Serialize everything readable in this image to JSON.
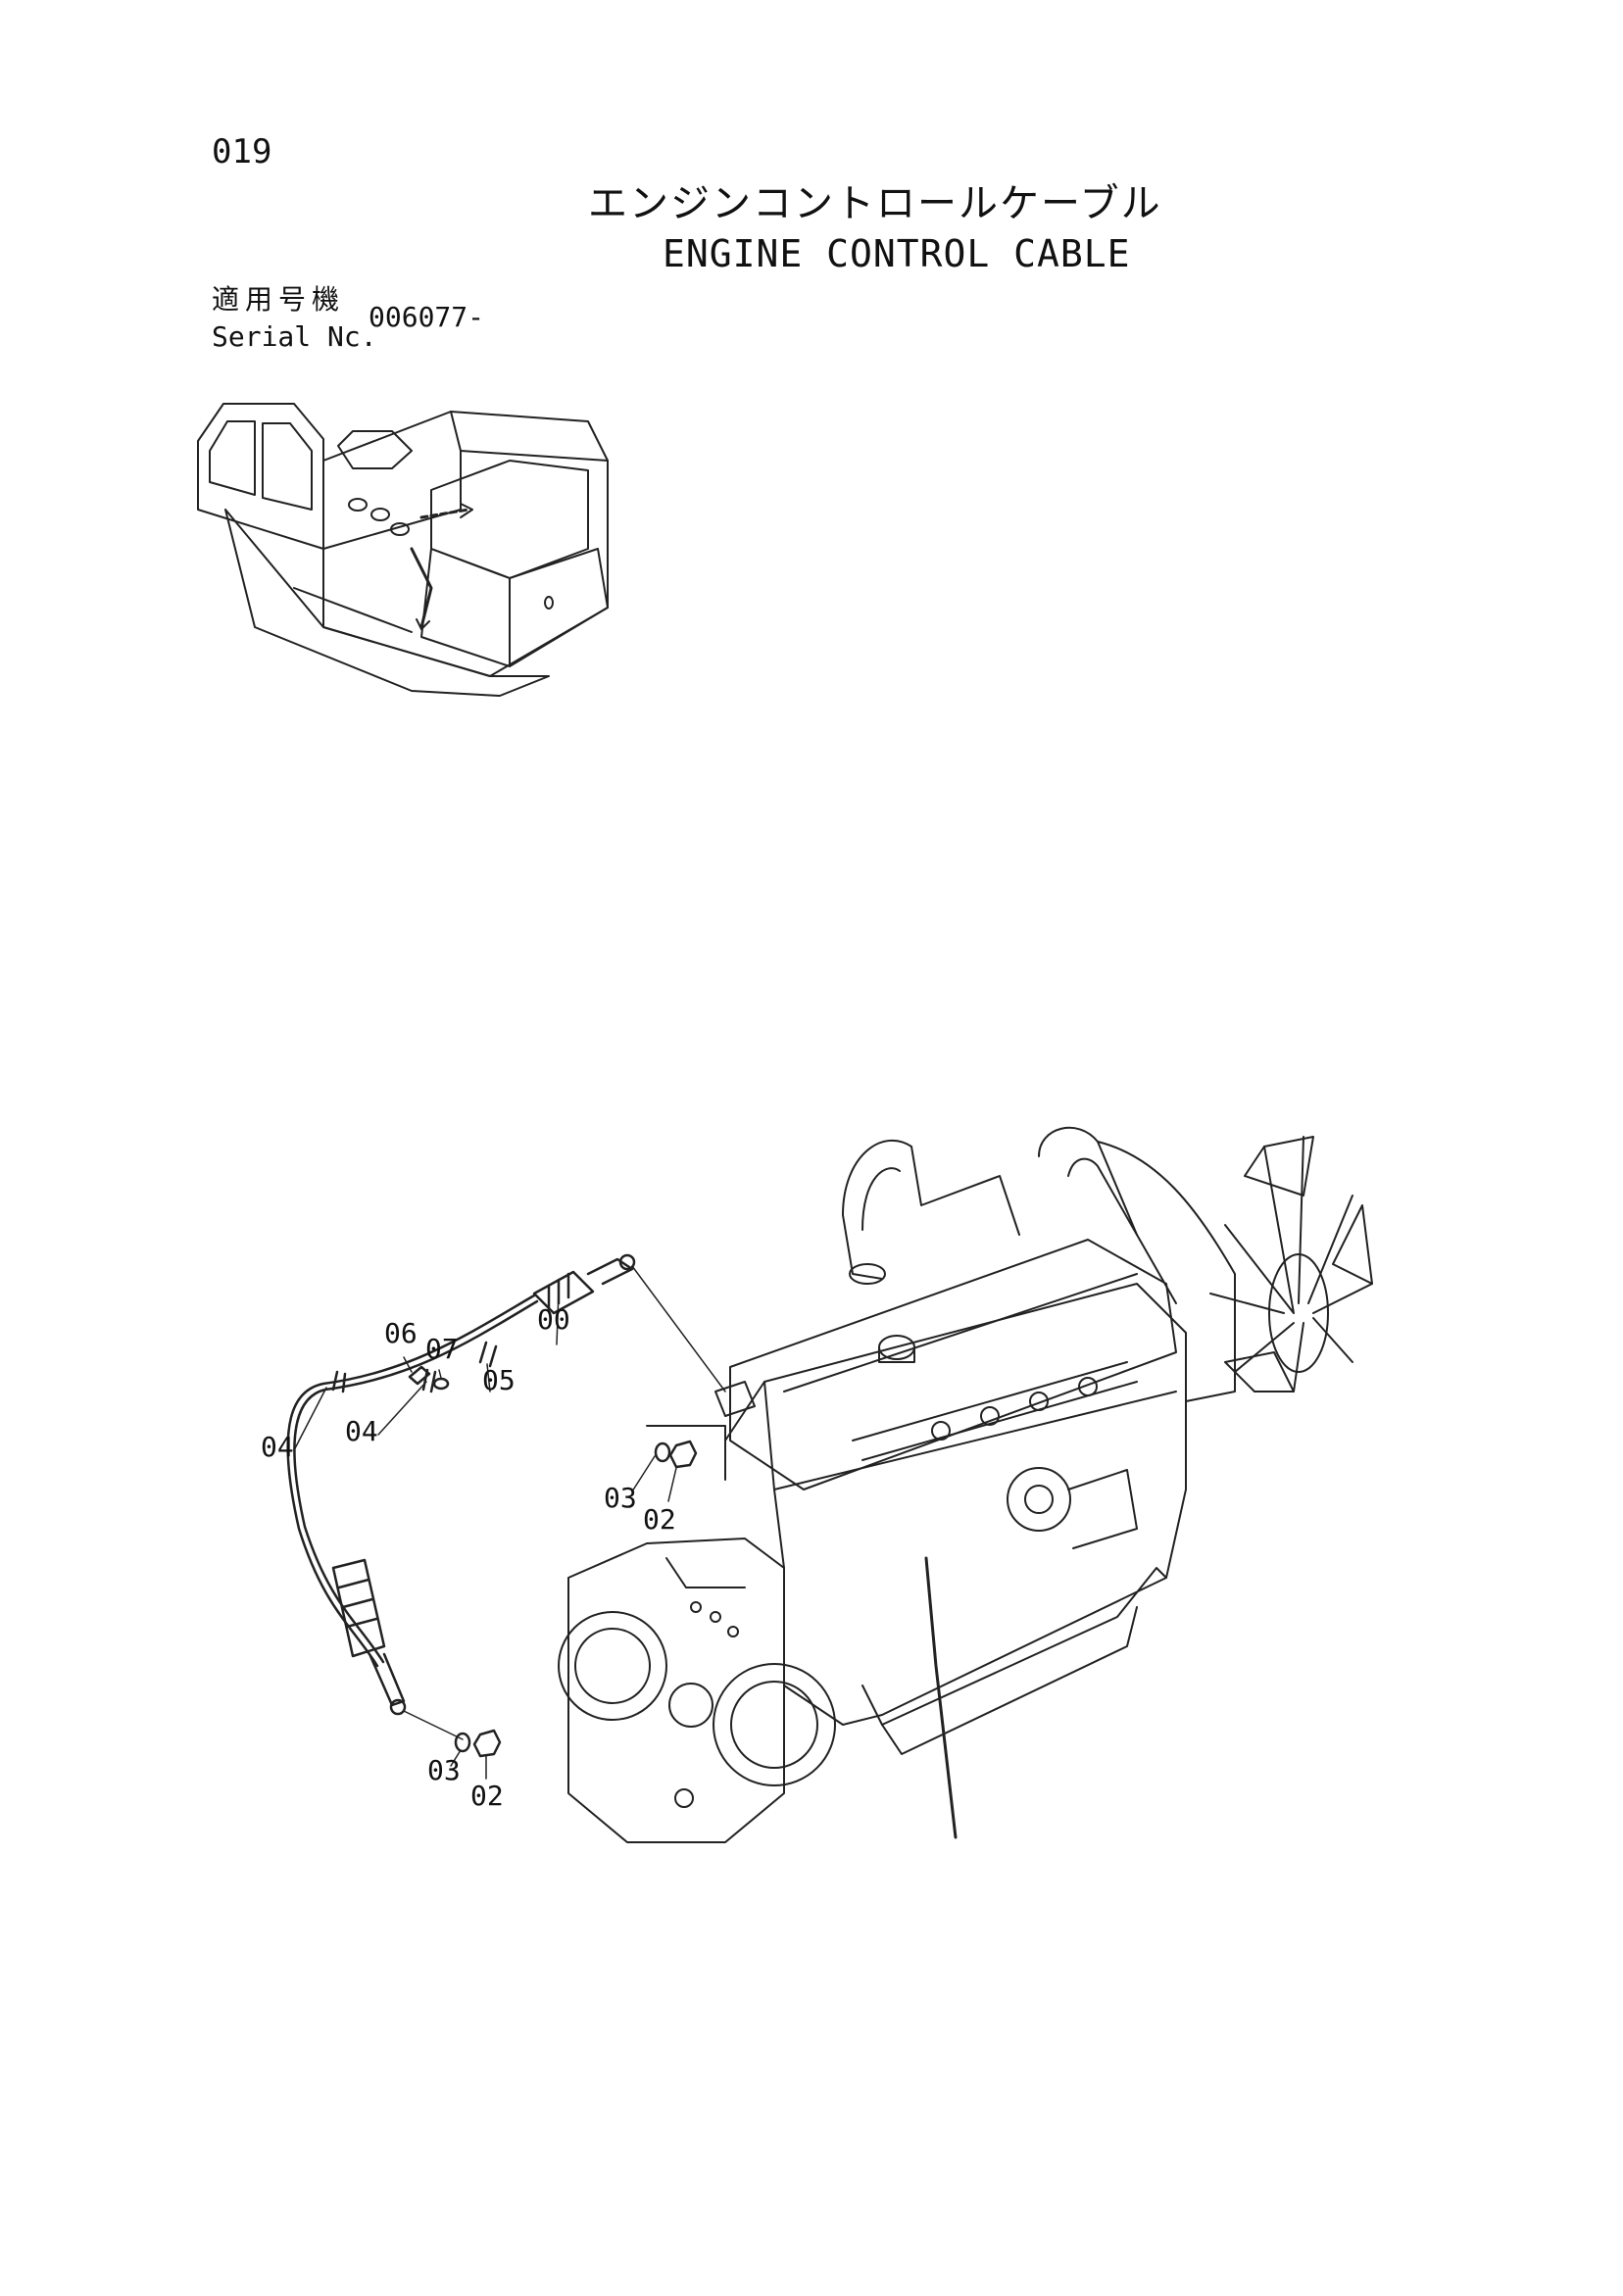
{
  "header": {
    "page_number": "019",
    "title_jp": "エンジンコントロールケーブル",
    "title_en": "ENGINE CONTROL CABLE",
    "serial_label_jp": "適用号機",
    "serial_label_en": "Serial Nc.",
    "serial_value": "006077-"
  },
  "callouts": [
    {
      "id": "c00",
      "label": "00"
    },
    {
      "id": "c06",
      "label": "06"
    },
    {
      "id": "c07",
      "label": "07"
    },
    {
      "id": "c05",
      "label": "05"
    },
    {
      "id": "c04a",
      "label": "04"
    },
    {
      "id": "c04b",
      "label": "04"
    },
    {
      "id": "c03a",
      "label": "03"
    },
    {
      "id": "c02a",
      "label": "02"
    },
    {
      "id": "c03b",
      "label": "03"
    },
    {
      "id": "c02b",
      "label": "02"
    }
  ]
}
